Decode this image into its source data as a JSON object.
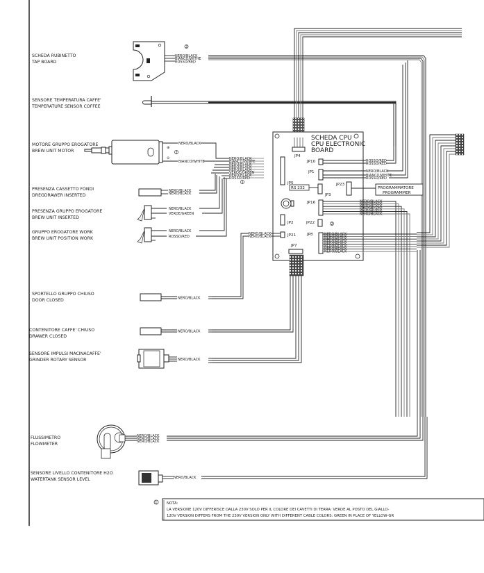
{
  "components": [
    {
      "id": "tap-board",
      "it": "SCHEDA RUBINETTO",
      "en": "TAP BOARD",
      "wires": [
        "NERO/BLACK",
        "BIANCO/WITHE",
        "ROSSO/RED"
      ],
      "note_ref": "2"
    },
    {
      "id": "temp-sensor",
      "it": "SENSORE TEMPERATURA CAFFE'",
      "en": "TEMPERATURE SENSOR COFFEE",
      "wires": []
    },
    {
      "id": "brew-motor",
      "it": "MOTORE GRUPPO EROGATORE",
      "en": "BREW UNIT MOTOR",
      "wires": [
        "NERO/BLACK",
        "BIANCO/WHITE"
      ],
      "note_ref": "2"
    },
    {
      "id": "dregdrawer",
      "it": "PRESENZA CASSETTO FONDI",
      "en": "DREGDRAWER INSERTED",
      "wires": [
        "NERO/BLACK",
        "NERO/BLACK"
      ]
    },
    {
      "id": "brew-inserted",
      "it": "PRESENZA GRUPPO EROGATORE",
      "en": "BREW UNIT INSERTED",
      "wires": [
        "NERO/BLACK",
        "VERDE/GREEN"
      ]
    },
    {
      "id": "brew-work",
      "it": "GRUPPO EROGATORE WORK",
      "en": "BREW UNIT POSITION WORK",
      "wires": [
        "NERO/BLACK",
        "ROSSO/RED"
      ]
    },
    {
      "id": "door-closed",
      "it": "SPORTELLO GRUPPO CHIUSO",
      "en": "DOOR CLOSED",
      "wires": [
        "NERO/BLACK"
      ]
    },
    {
      "id": "drawer-closed",
      "it": "CONTENITORE CAFFE' CHIUSO",
      "en": "DRAWER CLOSED",
      "wires": [
        "NERO/BLACK"
      ]
    },
    {
      "id": "grinder-sensor",
      "it": "SENSORE IMPULSI MACINACAFFE'",
      "en": "GRINDER ROTARY SENSOR",
      "wires": [
        "NERO/BLACK"
      ]
    },
    {
      "id": "flowmeter",
      "it": "FLUSSIMETRO",
      "en": "FLOWMETER",
      "wires": [
        "NERO/BLACK",
        "NERO/BLACK",
        "NERO/BLACK"
      ]
    },
    {
      "id": "watertank",
      "it": "SENSORE LIVELLO CONTENITORE H2O",
      "en": "WATERTANK SENSOR LEVEL",
      "wires": [
        "NERO/BLACK"
      ]
    }
  ],
  "cpu_board": {
    "title_lines": [
      "SCHEDA CPU",
      "CPU ELECTRONIC",
      "BOARD"
    ],
    "connectors": {
      "jp1": "JP1",
      "jp2": "JP2",
      "jp3": "JP3",
      "jp4": "JP4",
      "jp5": "JP5",
      "jp7": "JP7",
      "jp8": "JP8",
      "jp10": "JP10",
      "jp16": "JP16",
      "jp21": "JP21",
      "jp22": "JP22",
      "jp23": "JP23"
    },
    "rs232": "RS 232",
    "programmer": [
      "PROGRAMMATORE",
      "PROGRAMMER"
    ],
    "jp10_wires": [
      "ROSSO/RED",
      "ROSSO/RED"
    ],
    "jp1_wires": [
      "NERO/BLACK",
      "BIANCO/WHITE",
      "ROSSO/RED"
    ],
    "jp21_wires": [
      "NERO/BLACK",
      "NERO/BLACK"
    ],
    "jp5_wires": [
      "NERO/BLACK",
      "BIANCO/WHITE",
      "NERO/BLACK",
      "NERO/BLACK",
      "NERO/BLACK",
      "VERDE/GREEN",
      "NERO/BLACK",
      "ROSSO/RED"
    ],
    "jp16_wires": [
      "NERO/BLACK",
      "NERO/BLACK",
      "NERO/BLACK",
      "NERO/BLACK",
      "NERO/BLACK",
      "NERO/BLACK"
    ],
    "jp8_wires": [
      "NERO/BLACK",
      "NERO/BLACK",
      "NERO/BLACK",
      "NERO/BLACK",
      "NERO/BLACK",
      "NERO/BLACK",
      "NERO/BLACK",
      "NERO/BLACK"
    ],
    "jp22_note_ref": "2",
    "jp5_note_ref": "1"
  },
  "note": {
    "ref": "1",
    "title": "NOTA:",
    "line_it": "LA VERSIONE 120V DIFFERISCE DALLA 230V SOLO PER IL COLORE DEI CAVETTI DI TERRA: VERDE AL POSTO DEL GIALLO-",
    "line_en": "120V VERSION DIFFERS FROM THE 230V VERSION ONLY WITH DIFFERENT CABLE COLORS: GREEN IN PLACE OF YELLOW-GR"
  },
  "colors": {
    "line": "#222222",
    "background": "#ffffff"
  }
}
